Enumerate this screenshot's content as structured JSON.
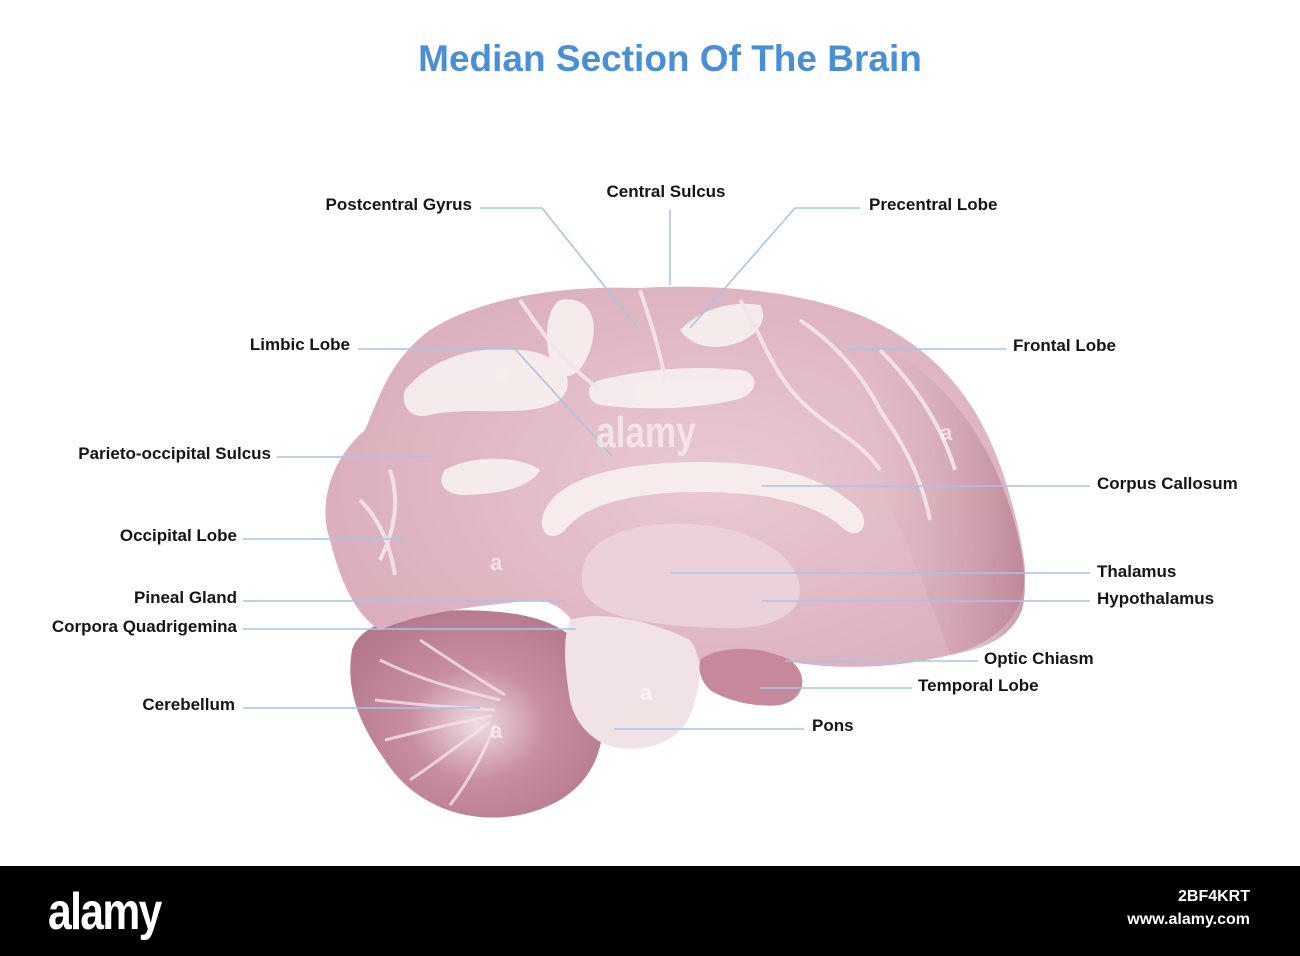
{
  "title": "Median Section Of The Brain",
  "labels": [
    {
      "id": "postcentral-gyrus",
      "text": "Postcentral Gyrus"
    },
    {
      "id": "central-sulcus",
      "text": "Central Sulcus"
    },
    {
      "id": "precentral-lobe",
      "text": "Precentral Lobe"
    },
    {
      "id": "limbic-lobe",
      "text": "Limbic Lobe"
    },
    {
      "id": "frontal-lobe",
      "text": "Frontal Lobe"
    },
    {
      "id": "parieto-occipital-sulcus",
      "text": "Parieto-occipital Sulcus"
    },
    {
      "id": "corpus-callosum",
      "text": "Corpus Callosum"
    },
    {
      "id": "occipital-lobe",
      "text": "Occipital Lobe"
    },
    {
      "id": "thalamus",
      "text": "Thalamus"
    },
    {
      "id": "pineal-gland",
      "text": "Pineal Gland"
    },
    {
      "id": "hypothalamus",
      "text": "Hypothalamus"
    },
    {
      "id": "corpora-quadrigemina",
      "text": "Corpora Quadrigemina"
    },
    {
      "id": "optic-chiasm",
      "text": "Optic Chiasm"
    },
    {
      "id": "temporal-lobe",
      "text": "Temporal Lobe"
    },
    {
      "id": "cerebellum",
      "text": "Cerebellum"
    },
    {
      "id": "pons",
      "text": "Pons"
    }
  ],
  "watermark": "alamy",
  "footer": {
    "brand": "alamy",
    "image_id": "2BF4KRT",
    "site": "www.alamy.com"
  },
  "colors": {
    "title": "#4a8fd4",
    "leader_lines": "#a9c4e6",
    "tissue": "#e6c4cf",
    "white_matter": "#f6ecec",
    "footer": "#000000"
  }
}
